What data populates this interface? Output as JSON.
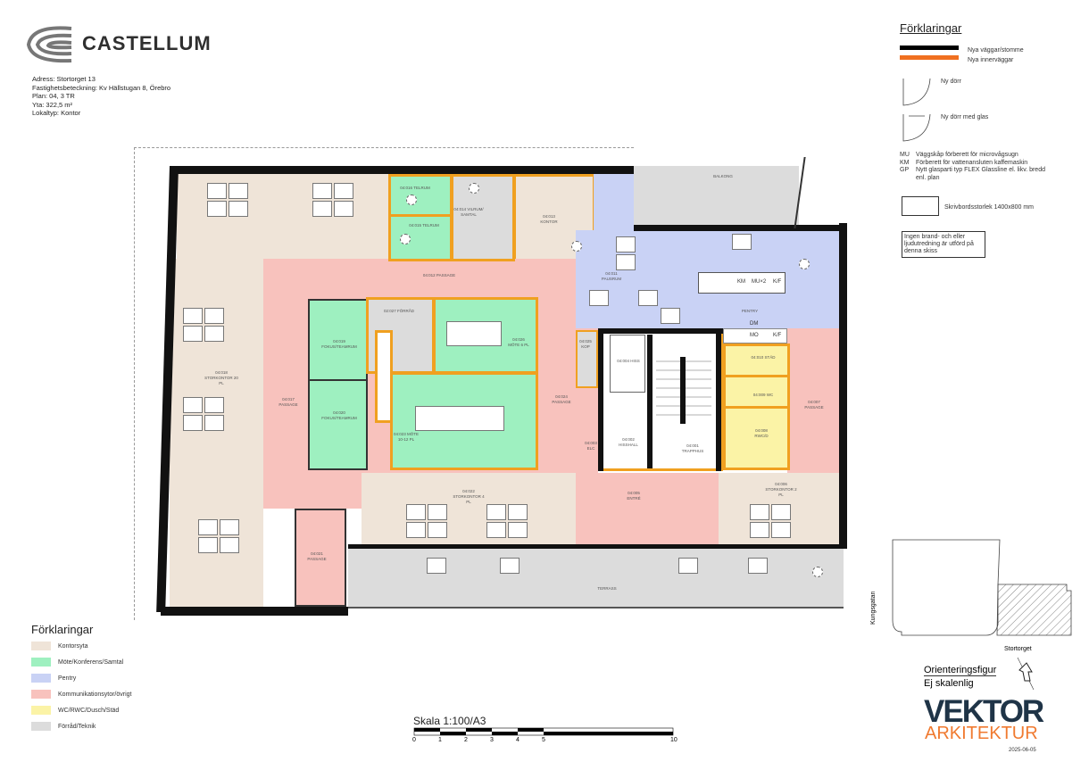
{
  "header": {
    "brand": "CASTELLUM",
    "info": [
      "Adress: Stortorget 13",
      "Fastighetsbeteckning: Kv Hällstugan 8, Örebro",
      "Plan: 04, 3 TR",
      "Yta: 322,5 m²",
      "Lokaltyp: Kontor"
    ]
  },
  "legend_right": {
    "title": "Förklaringar",
    "walls": [
      {
        "label": "Nya väggar/stomme",
        "color": "#000000"
      },
      {
        "label": "Nya innerväggar",
        "color": "#f07020"
      }
    ],
    "doors": [
      "Ny dörr",
      "Ny dörr med glas"
    ],
    "abbrev": [
      {
        "code": "MU",
        "text": "Väggskåp förberett för microvågsugn"
      },
      {
        "code": "KM",
        "text": "Förberett för vattenansluten kaffemaskin"
      },
      {
        "code": "GP",
        "text": "Nytt glasparti typ FLEX Glassline el. likv. bredd enl. plan"
      }
    ],
    "desk_size": "Skrivbordsstorlek 1400x800 mm",
    "notice": "Ingen brand- och eller ljudutredning är utförd på denna skiss"
  },
  "legend_left": {
    "title": "Förklaringar",
    "items": [
      {
        "label": "Kontorsyta",
        "color": "#efe4d8"
      },
      {
        "label": "Möte/Konferens/Samtal",
        "color": "#9ef0c0"
      },
      {
        "label": "Pentry",
        "color": "#c9d2f5"
      },
      {
        "label": "Kommunikationsytor/övrigt",
        "color": "#f8c2bd"
      },
      {
        "label": "WC/RWC/Dusch/Städ",
        "color": "#fbf3a6"
      },
      {
        "label": "Förråd/Teknik",
        "color": "#dcdcdc"
      }
    ]
  },
  "rooms": {
    "r016": "04:016 TELRUM",
    "r015": "04:015 TELRUM",
    "r014": "04:014 VILRUM/ SAMTAL",
    "r013": "04:013 KONTOR",
    "r012": "04:012 PASSAGE",
    "r011": "04:011 PAUSRUM",
    "pentry": "PENTRY",
    "r027": "02:027 FÖRRÅD",
    "r019": "04:019 FOKUS/TEAMRUM",
    "r020": "04:020 FOKUS/TEAMRUM",
    "r026": "04:026 MÖTE 6 PL",
    "r023": "04:023 MÖTE 10-12 PL",
    "r017": "04:017 PASSAGE",
    "r024": "04:024 PASSAGE",
    "r018": "04:018 STORKONTOR 20 PL",
    "r025": "04:025 KOP",
    "r004": "04:004 HISS",
    "r002": "04:002 HISSHALL",
    "r003": "04:003 ELC",
    "r001": "04:001 TRAPPHUS",
    "r010": "04:010 STÄD",
    "r009": "04:009 WC",
    "r008": "04:008 RWC/D",
    "r007": "04:007 PASSAGE",
    "r022": "04:022 STORKONTOR 4 PL",
    "r005": "04:005 ENTRÉ",
    "r006": "04:006 STORKONTOR 2 PL",
    "r021": "04:021 PASSAGE",
    "terrass": "TERRASS",
    "balkong": "BALKONG"
  },
  "fixtures": {
    "km": "KM",
    "mu": "MU×2",
    "kf": "K/F",
    "dm": "DM",
    "mo": "MO",
    "kf2": "K/F"
  },
  "scale": {
    "label": "Skala 1:100/A3",
    "ticks": [
      "0",
      "1",
      "2",
      "3",
      "4",
      "5",
      "10"
    ]
  },
  "orientation": {
    "street_left": "Kungsgatan",
    "street_bottom": "Stortorget",
    "title": "Orienteringsfigur",
    "subtitle": "Ej skalenlig"
  },
  "footer": {
    "firm_top": "VEKTOR",
    "firm_bottom": "ARKITEKTUR",
    "date": "2025-06-05"
  }
}
